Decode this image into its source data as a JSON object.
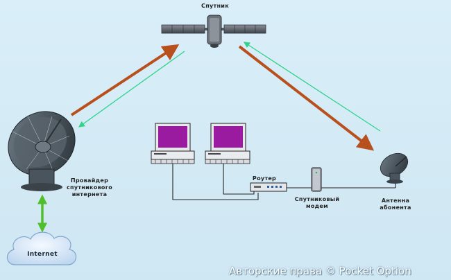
{
  "labels": {
    "satellite": "Спутник",
    "provider_line1": "Провайдер",
    "provider_line2": "спутникового",
    "provider_line3": "интернета",
    "router": "Роутер",
    "modem_line1": "Спутниковый",
    "modem_line2": "модем",
    "antenna_line1": "Антенна",
    "antenna_line2": "абонента",
    "internet": "Internet"
  },
  "watermark": "Авторские права © Pocket Option",
  "colors": {
    "uplink": "#b8501e",
    "downlink": "#2fd38a",
    "internet_link": "#4fbf2a",
    "cable": "#222222",
    "monitor_screen": "#9a1aa0"
  }
}
